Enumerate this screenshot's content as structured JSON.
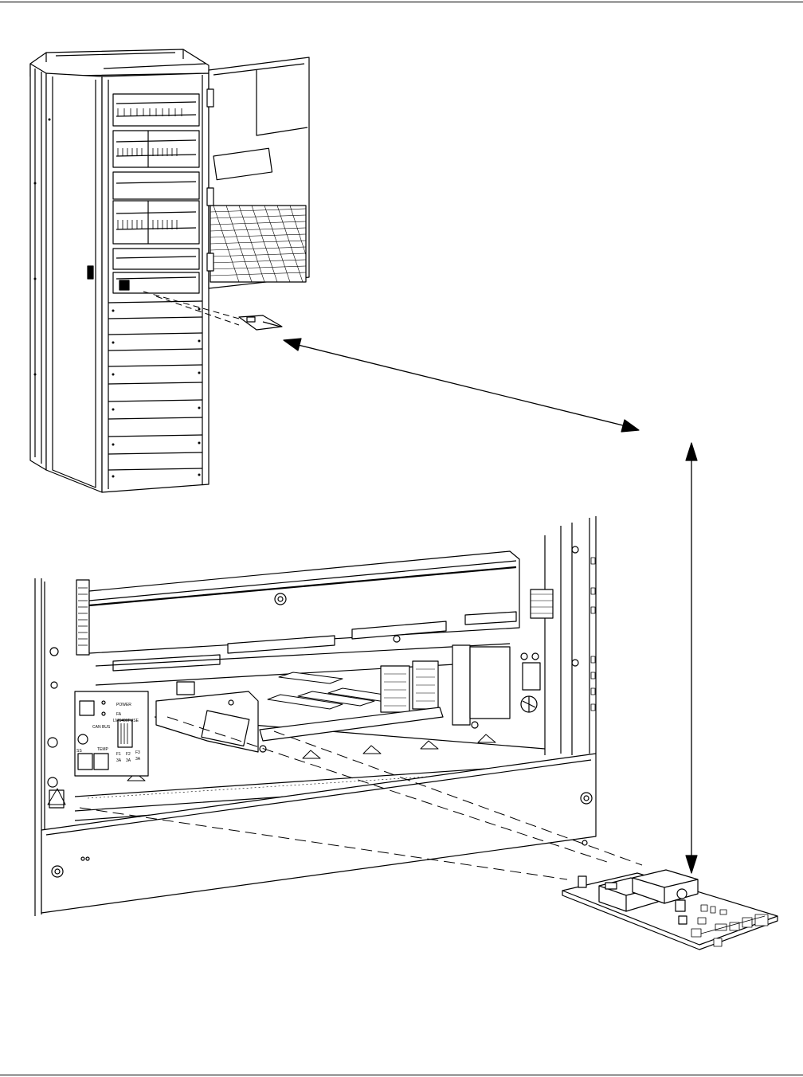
{
  "figure": {
    "shelf_labels": {
      "power": "POWER",
      "fa": "FA",
      "fuse_header": "LMS400FUSE",
      "can_bus": "CAN BUS",
      "temp": "TEMP",
      "f1": "F1",
      "f2": "F2",
      "f3": "F3",
      "f1_rating": "3A",
      "f2_rating": "3A",
      "f3_rating": "3A",
      "ss": "SS"
    }
  }
}
